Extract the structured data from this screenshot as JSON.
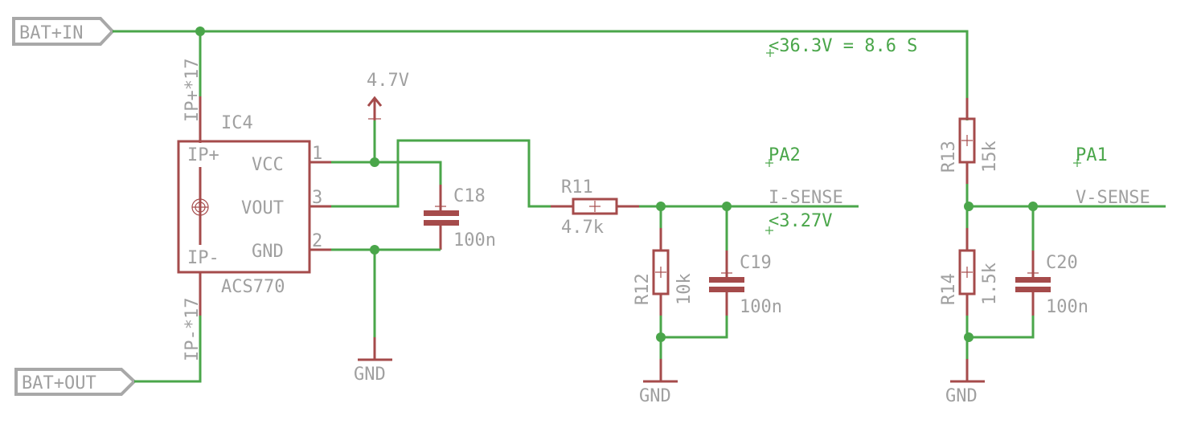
{
  "title": "Battery current and voltage sense schematic",
  "colors": {
    "wire": "#4aa64a",
    "component": "#a54b4b",
    "label": "#a0a0a0",
    "net_label": "#4aa64a"
  },
  "ports": {
    "bat_in": "BAT+IN",
    "bat_out": "BAT+OUT"
  },
  "ic4": {
    "name": "IC4",
    "value": "ACS770",
    "pins": {
      "ip_plus": "IP+",
      "ip_minus": "IP-",
      "vcc": "VCC",
      "vout": "VOUT",
      "gnd": "GND",
      "pin1": "1",
      "pin2": "2",
      "pin3": "3"
    },
    "net_ip_plus": "IP+*17",
    "net_ip_minus": "IP-*17"
  },
  "supply": {
    "label": "4.7V"
  },
  "components": {
    "c18": {
      "name": "C18",
      "value": "100n"
    },
    "r11": {
      "name": "R11",
      "value": "4.7k"
    },
    "r12": {
      "name": "R12",
      "value": "10k"
    },
    "c19": {
      "name": "C19",
      "value": "100n"
    },
    "r13": {
      "name": "R13",
      "value": "15k"
    },
    "r14": {
      "name": "R14",
      "value": "1.5k"
    },
    "c20": {
      "name": "C20",
      "value": "100n"
    }
  },
  "grounds": {
    "label": "GND"
  },
  "nets": {
    "i_sense": "I-SENSE",
    "i_sense_pin": "PA2",
    "i_sense_note": "<3.27V",
    "v_sense": "V-SENSE",
    "v_sense_pin": "PA1",
    "v_note": "<36.3V = 8.6 S"
  }
}
